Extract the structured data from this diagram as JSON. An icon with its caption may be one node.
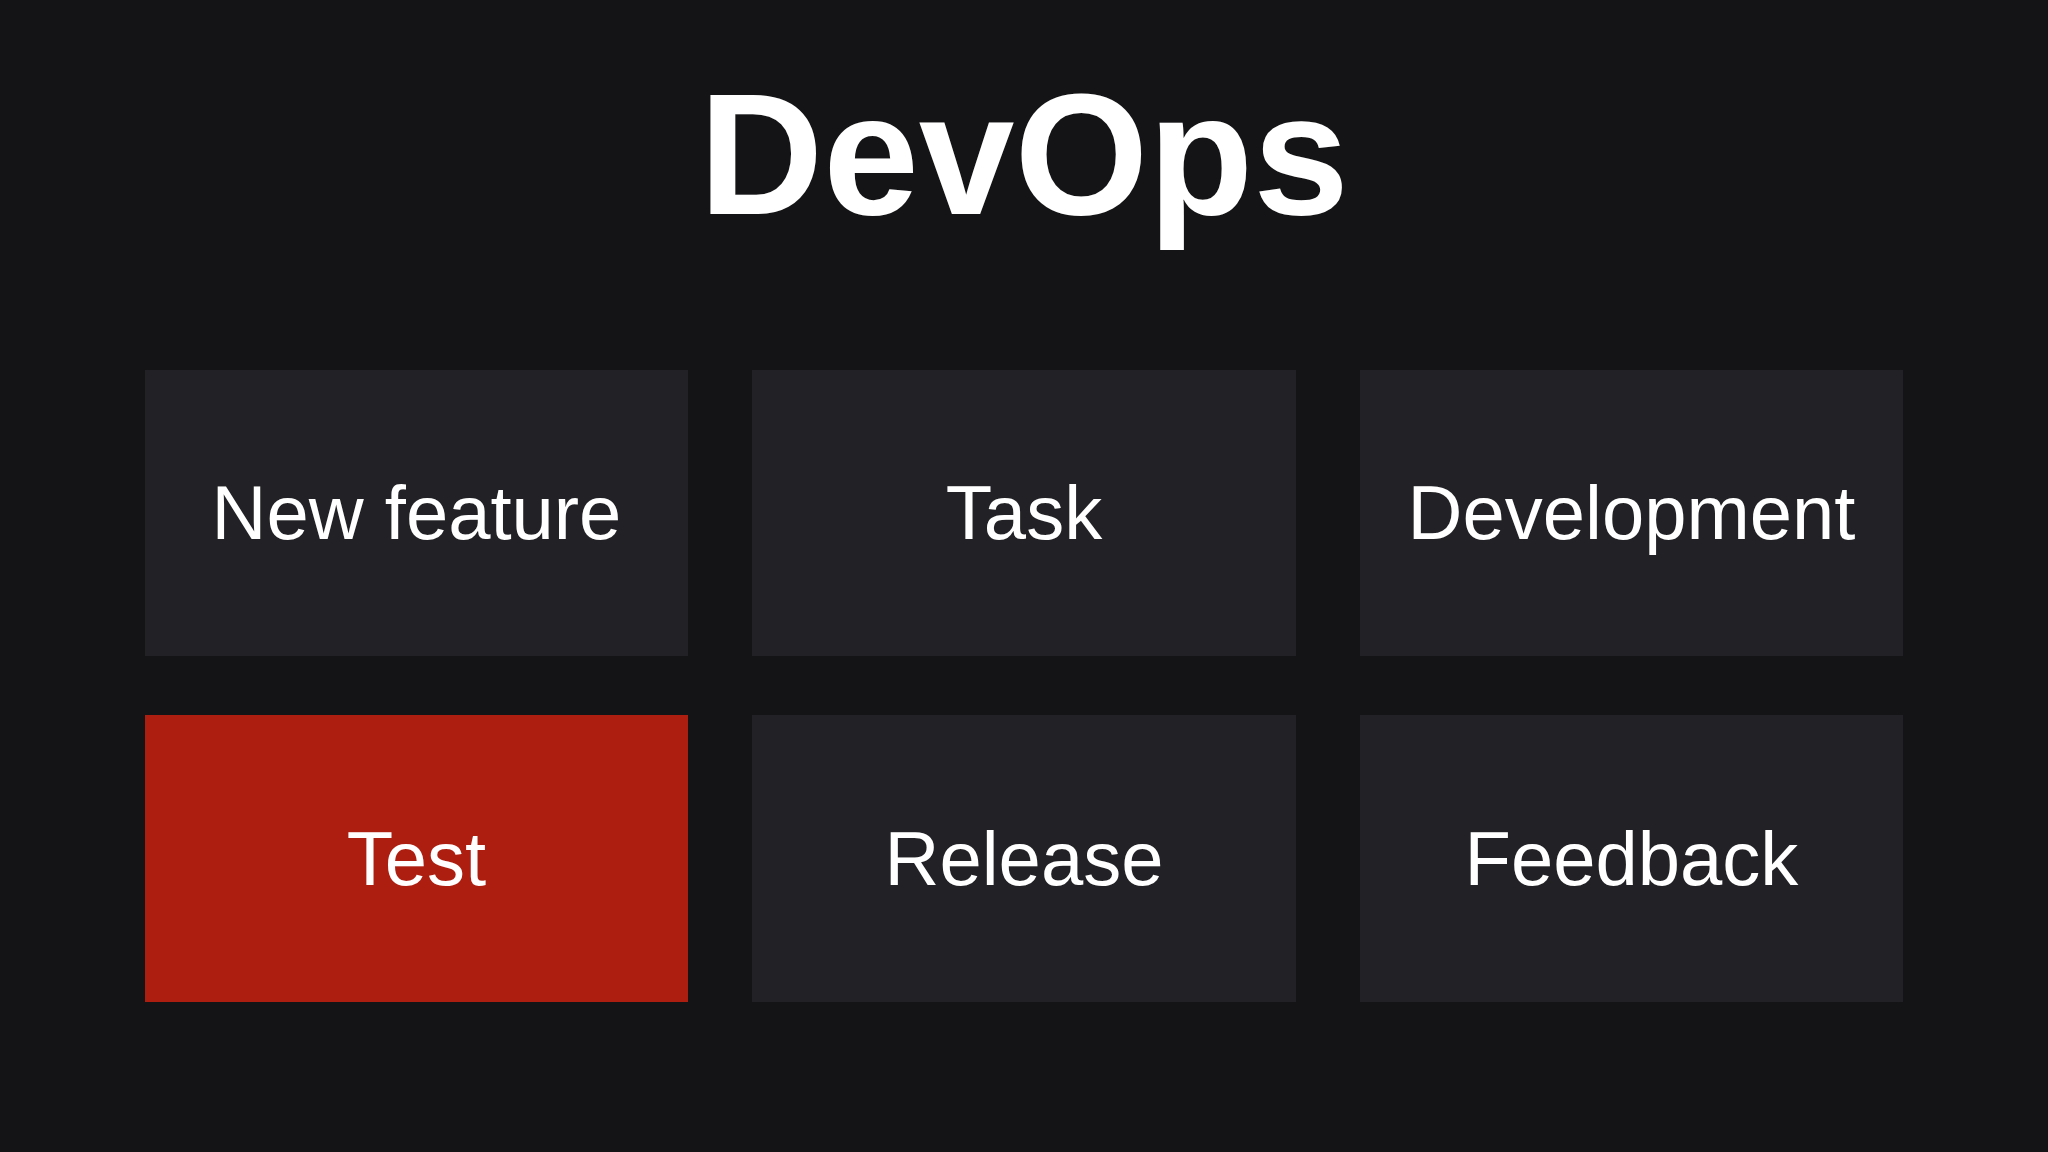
{
  "diagram": {
    "title": "DevOps",
    "nodes": [
      {
        "text": [
          "New feature"
        ]
      },
      {
        "text": [
          "Task"
        ]
      },
      {
        "text": [
          "Development"
        ]
      },
      {
        "text": [
          "Test"
        ]
      },
      {
        "text": [
          "Release"
        ]
      },
      {
        "text": [
          "Feedback"
        ]
      }
    ]
  }
}
